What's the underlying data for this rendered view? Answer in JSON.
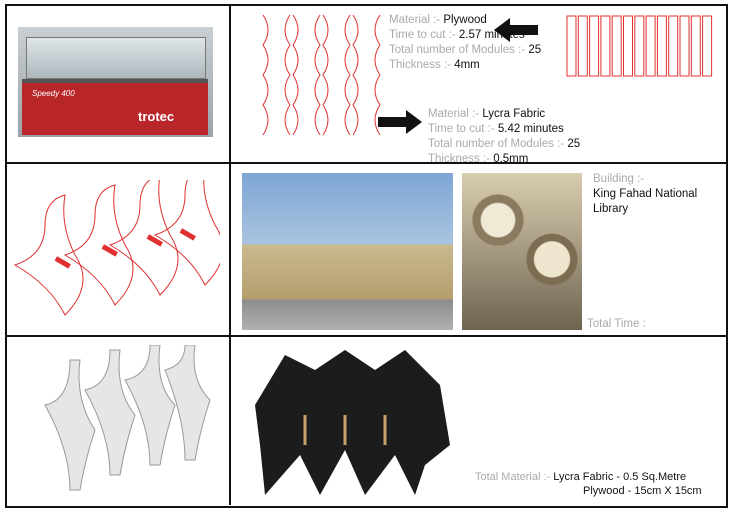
{
  "row1": {
    "machine": {
      "model": "Speedy 400",
      "brand": "trotec"
    },
    "plywood": {
      "material_label": "Material :- ",
      "material": "Plywood",
      "time_label": "Time to cut :- ",
      "time": "2.57 minutes",
      "modules_label": "Total number of Modules :- ",
      "modules": "25",
      "thickness_label": "Thickness :- ",
      "thickness": "4mm"
    },
    "fabric": {
      "material_label": "Material :- ",
      "material": "Lycra Fabric",
      "time_label": "Time to cut :- ",
      "time": "5.42 minutes",
      "modules_label": "Total number of Modules :- ",
      "modules": "25",
      "thickness_label": "Thickness :- ",
      "thickness": "0.5mm"
    }
  },
  "row2": {
    "building_label": "Building :-",
    "building": "King Fahad National Library",
    "total_time_label": "Total Time :"
  },
  "row3": {
    "total_material_label": "Total Material :- ",
    "fabric_amount": "Lycra Fabric - 0.5 Sq.Metre",
    "plywood_amount": "Plywood - 15cm X 15cm"
  },
  "colors": {
    "cut_line": "#e03030",
    "border": "#111111",
    "label": "#aaaaaa"
  }
}
